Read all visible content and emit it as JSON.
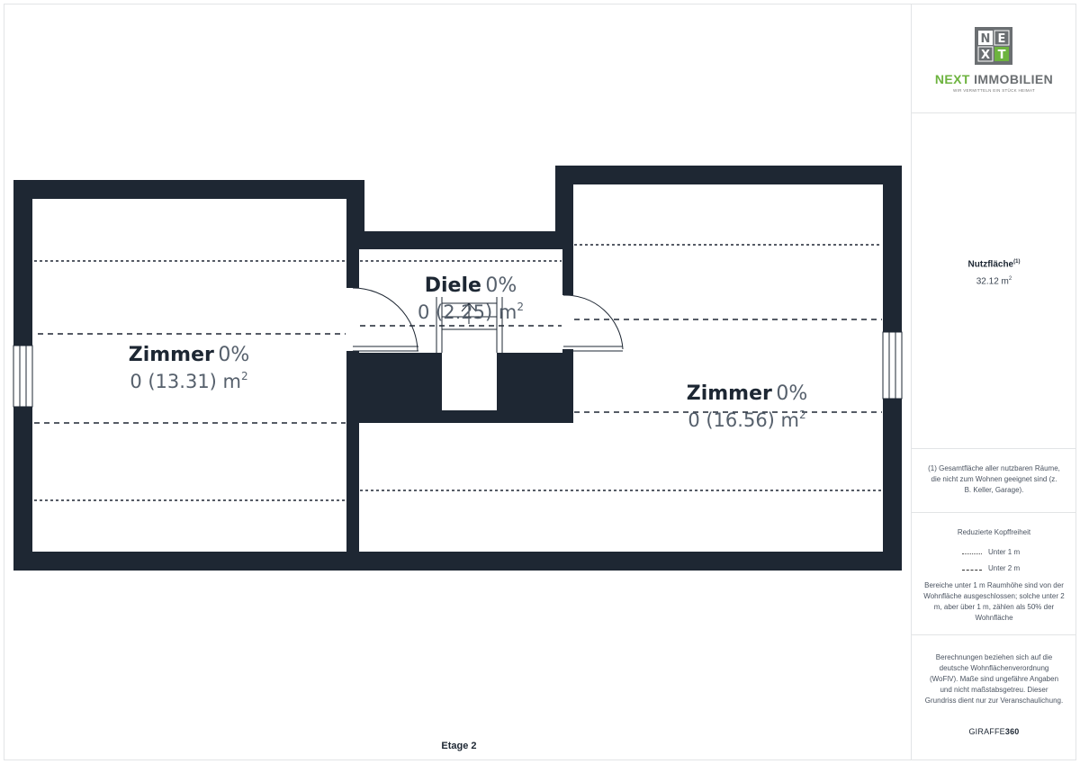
{
  "logo": {
    "letters": [
      "N",
      "E",
      "X",
      "T"
    ],
    "name_part1": "NEXT",
    "name_part2": "IMMOBILIEN",
    "tagline": "WIR VERMITTELN EIN STÜCK HEIMAT"
  },
  "rooms": [
    {
      "name": "Zimmer",
      "percent": "0%",
      "area": "0 (13.31) m",
      "unit_exp": "2"
    },
    {
      "name": "Diele",
      "percent": "0%",
      "area": "0 (2.25) m",
      "unit_exp": "2"
    },
    {
      "name": "Zimmer",
      "percent": "0%",
      "area": "0 (16.56) m",
      "unit_exp": "2"
    }
  ],
  "floor_name": "Etage 2",
  "summary": {
    "title": "Nutzfläche",
    "title_note": "(1)",
    "value": "32.12 m",
    "value_exp": "2"
  },
  "note": "(1) Gesamtfläche aller nutzbaren Räume, die nicht zum Wohnen geeignet sind (z. B. Keller, Garage).",
  "legend": {
    "title": "Reduzierte Kopffreiheit",
    "items": [
      {
        "style": "dotted",
        "label": "Unter 1 m"
      },
      {
        "style": "dashed",
        "label": "Unter 2 m"
      }
    ],
    "text": "Bereiche unter 1 m Raumhöhe sind von der Wohnfläche ausgeschlossen; solche unter 2 m, aber über 1 m, zählen als 50% der Wohnfläche"
  },
  "disclaimer": "Berechnungen beziehen sich auf die deutsche Wohnflächenverordnung (WoFlV). Maße sind ungefähre Angaben und nicht maßstabsgetreu. Dieser Grundriss dient nur zur Veranschaulichung.",
  "brand": {
    "part1": "GIRAFFE",
    "part2": "360"
  },
  "colors": {
    "wall": "#1e2733",
    "logo_green": "#6db33f",
    "logo_grey": "#6b6f72"
  }
}
